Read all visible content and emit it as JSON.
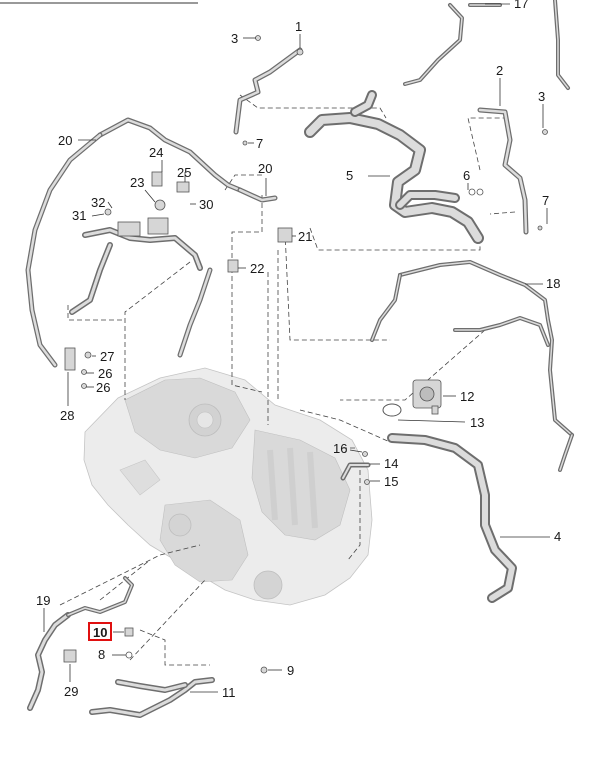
{
  "diagram": {
    "callouts": [
      {
        "id": "c1",
        "text": "1"
      },
      {
        "id": "c2",
        "text": "2"
      },
      {
        "id": "c3a",
        "text": "3"
      },
      {
        "id": "c3b",
        "text": "3"
      },
      {
        "id": "c4",
        "text": "4"
      },
      {
        "id": "c5",
        "text": "5"
      },
      {
        "id": "c6",
        "text": "6"
      },
      {
        "id": "c7a",
        "text": "7"
      },
      {
        "id": "c7b",
        "text": "7"
      },
      {
        "id": "c8",
        "text": "8"
      },
      {
        "id": "c9",
        "text": "9"
      },
      {
        "id": "c10",
        "text": "10"
      },
      {
        "id": "c11",
        "text": "11"
      },
      {
        "id": "c12",
        "text": "12"
      },
      {
        "id": "c13",
        "text": "13"
      },
      {
        "id": "c14",
        "text": "14"
      },
      {
        "id": "c15",
        "text": "15"
      },
      {
        "id": "c16",
        "text": "16"
      },
      {
        "id": "c17",
        "text": "17"
      },
      {
        "id": "c18",
        "text": "18"
      },
      {
        "id": "c19",
        "text": "19"
      },
      {
        "id": "c20a",
        "text": "20"
      },
      {
        "id": "c20b",
        "text": "20"
      },
      {
        "id": "c21",
        "text": "21"
      },
      {
        "id": "c22",
        "text": "22"
      },
      {
        "id": "c23",
        "text": "23"
      },
      {
        "id": "c24",
        "text": "24"
      },
      {
        "id": "c25",
        "text": "25"
      },
      {
        "id": "c26a",
        "text": "26"
      },
      {
        "id": "c26b",
        "text": "26"
      },
      {
        "id": "c27",
        "text": "27"
      },
      {
        "id": "c28",
        "text": "28"
      },
      {
        "id": "c29",
        "text": "29"
      },
      {
        "id": "c30",
        "text": "30"
      },
      {
        "id": "c31",
        "text": "31"
      },
      {
        "id": "c32",
        "text": "32"
      }
    ],
    "highlighted_callout": "10",
    "colors": {
      "highlight": "#e01010",
      "hose_outline": "#6e6e6e",
      "hose_fill": "#dcdcdc",
      "engine_fill": "#ececec"
    }
  }
}
